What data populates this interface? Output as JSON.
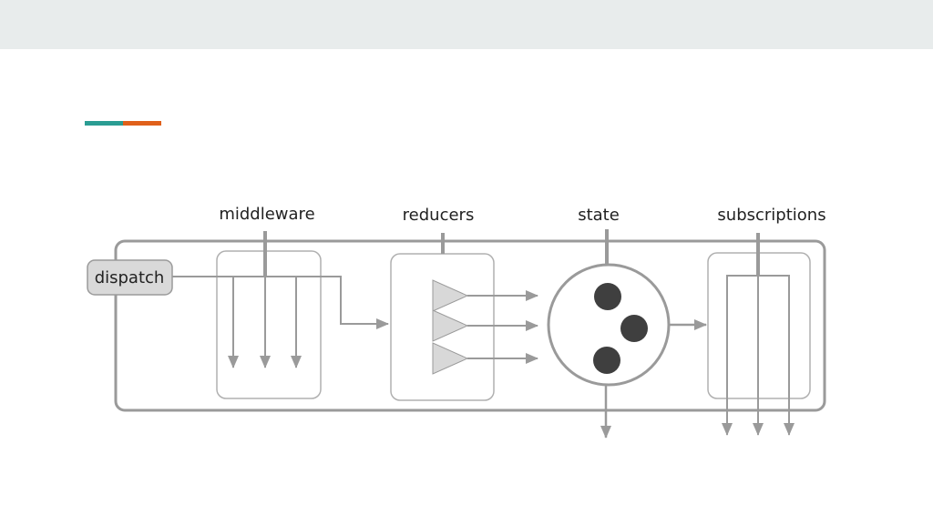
{
  "colors": {
    "band": "#e8ecec",
    "accent_teal": "#2a9d93",
    "accent_orange": "#e0601a",
    "stroke": "#9a9a9a",
    "box_stroke": "#b0b0b0",
    "reducer_fill": "#d8d8d8",
    "dispatch_fill": "#d9d9d9",
    "state_dot": "#3f3f3f"
  },
  "diagram": {
    "labels": {
      "middleware": "middleware",
      "reducers": "reducers",
      "state": "state",
      "subscriptions": "subscriptions"
    },
    "dispatch": "dispatch"
  }
}
